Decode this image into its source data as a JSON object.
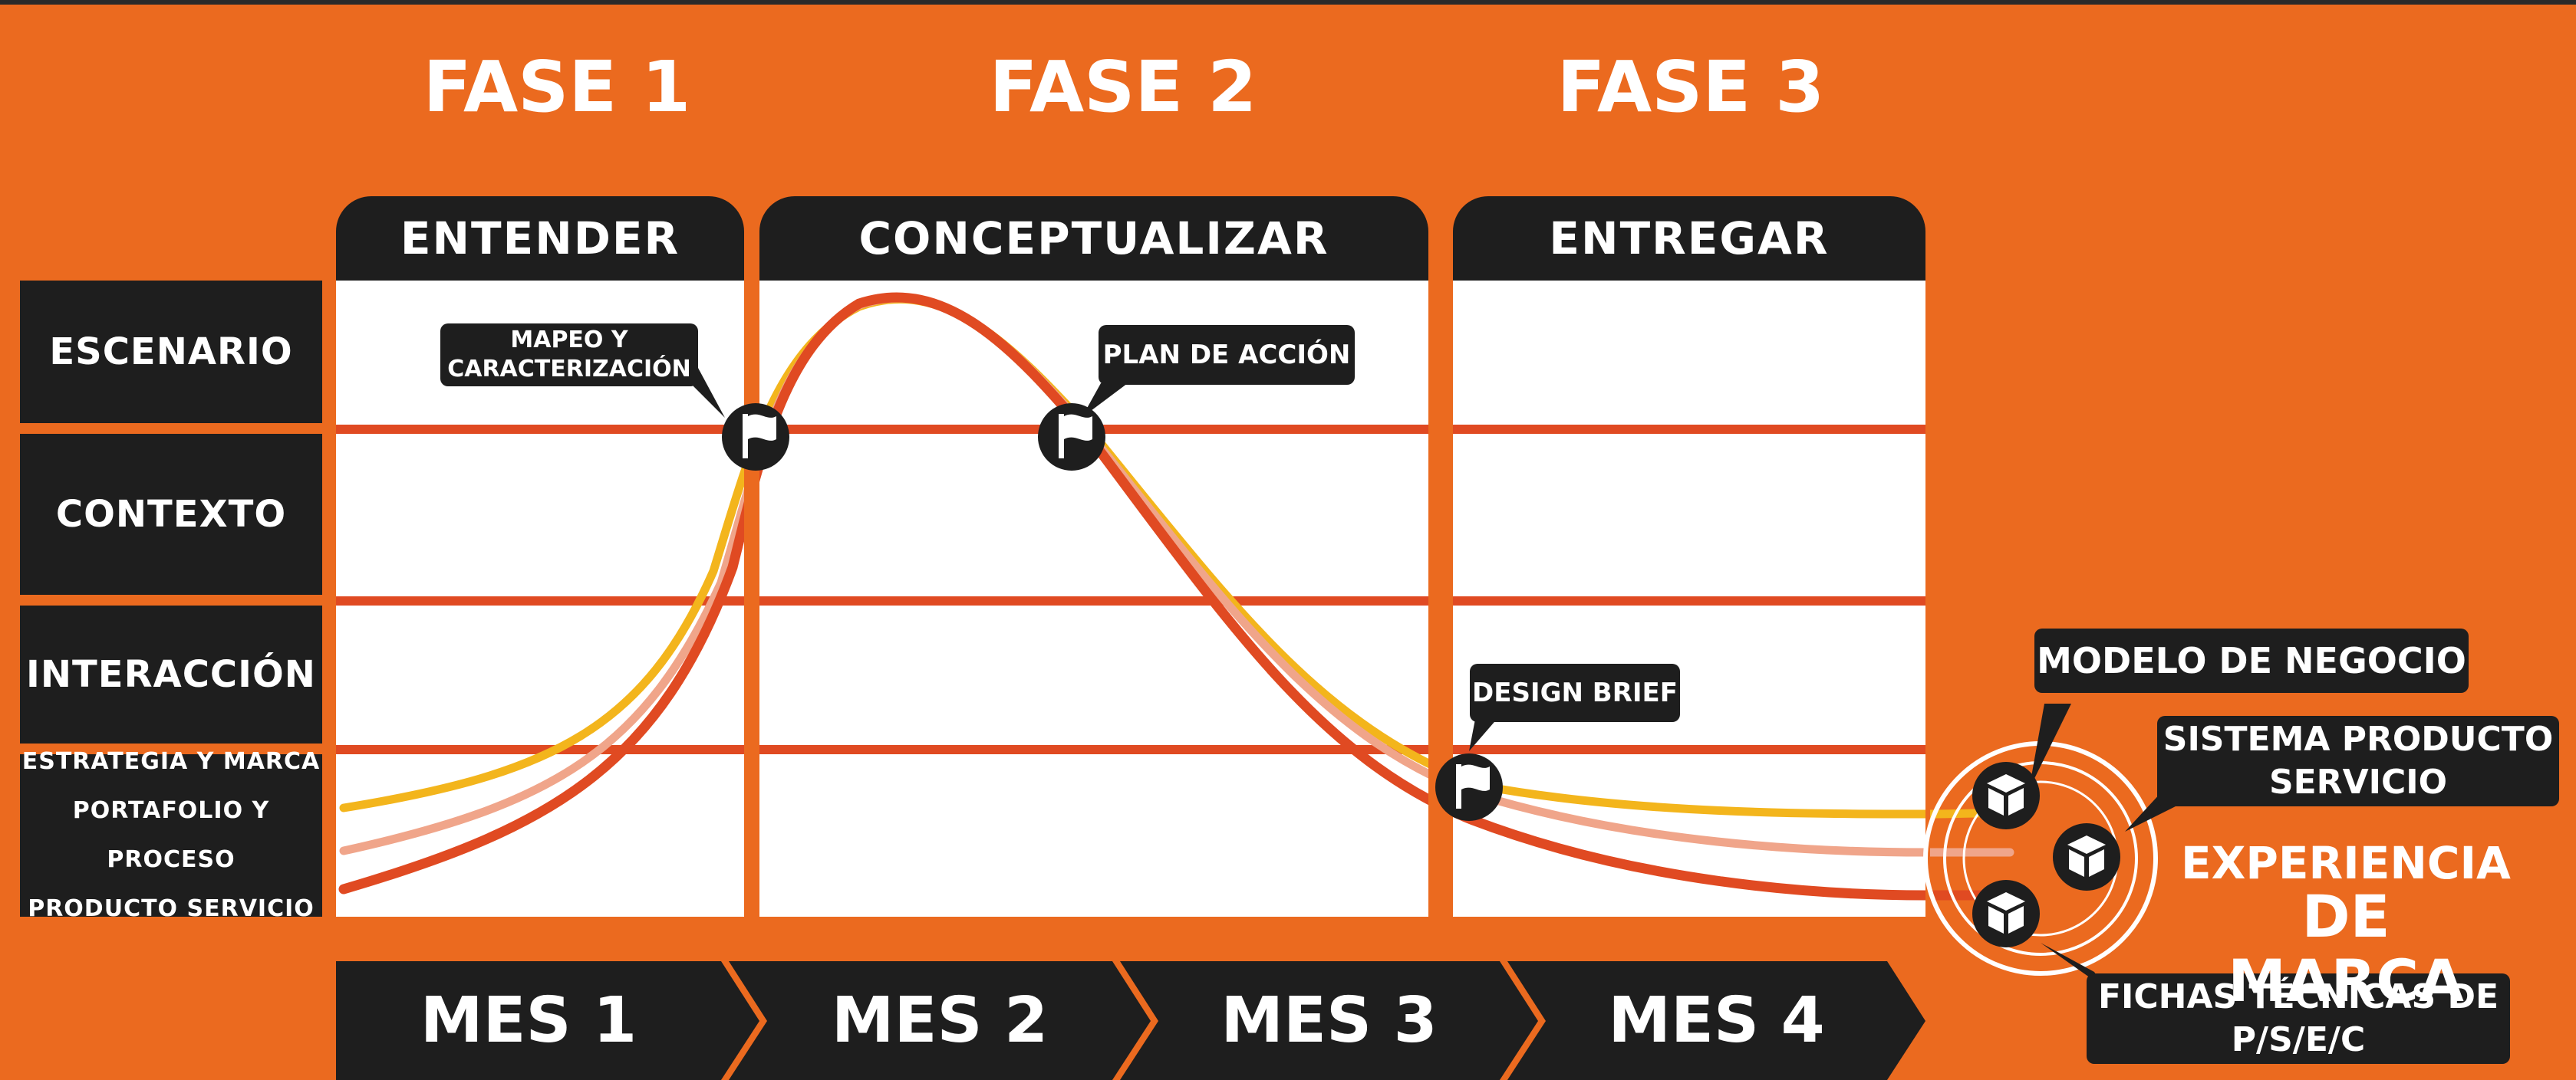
{
  "phases": [
    "FASE 1",
    "FASE 2",
    "FASE 3"
  ],
  "stages": [
    "ENTENDER",
    "CONCEPTUALIZAR",
    "ENTREGAR"
  ],
  "rows": {
    "escenario": "ESCENARIO",
    "contexto": "CONTEXTO",
    "interaccion": "INTERACCIÓN",
    "bottom": [
      "ESTRATEGIA Y MARCA",
      "PORTAFOLIO Y PROCESO",
      "PRODUCTO SERVICIO"
    ]
  },
  "milestones": {
    "mapeo": [
      "MAPEO Y",
      "CARACTERIZACIÓN"
    ],
    "plan": "PLAN DE ACCIÓN",
    "brief": "DESIGN BRIEF"
  },
  "months": [
    "MES 1",
    "MES 2",
    "MES 3",
    "MES 4"
  ],
  "outcomes": {
    "modelo": "MODELO DE NEGOCIO",
    "sistema": [
      "SISTEMA PRODUCTO",
      "SERVICIO"
    ],
    "fichas": [
      "FICHAS TÉCNICAS DE",
      "P/S/E/C"
    ],
    "experiencia": [
      "EXPERIENCIA",
      "DE MARCA"
    ]
  },
  "colors": {
    "background": "#eb6a1f",
    "dark": "#1e1e1e",
    "line_red": "#e04a22",
    "line_yellow": "#f3b51c",
    "line_pink": "#f0a58a"
  },
  "icons": {
    "milestone": "flag-icon",
    "deliverable": "box-icon"
  }
}
